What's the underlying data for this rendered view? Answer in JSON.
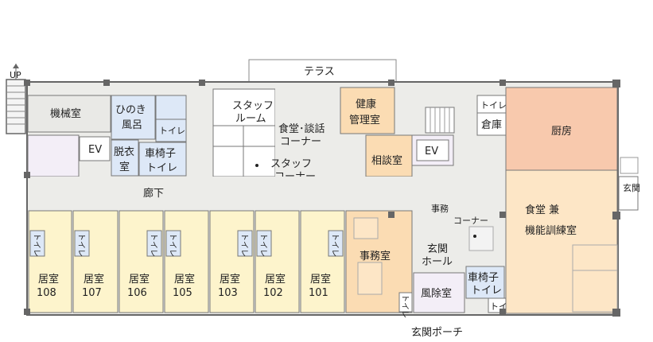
{
  "labels": {
    "up": "UP",
    "terrace": "テラス",
    "machine_room": "機械室",
    "hinoki_bath_1": "ひのき",
    "hinoki_bath_2": "風呂",
    "toilet": "トイレ",
    "dressing_1": "脱衣",
    "dressing_2": "室",
    "wheelchair_1": "車椅子",
    "wheelchair_2": "トイレ",
    "ev": "EV",
    "staff_room_1": "スタッフ",
    "staff_room_2": "ルーム",
    "dining_talk_1": "食堂･談話",
    "dining_talk_2": "コーナー",
    "staff_corner_1": "スタッフ",
    "staff_corner_2": "コーナー",
    "health_1": "健康",
    "health_2": "管理室",
    "consult": "相談室",
    "storage": "倉庫",
    "kitchen": "厨房",
    "entrance_side": "玄関",
    "corridor": "廊下",
    "office_corner_1": "事務",
    "office_corner_2": "コーナー",
    "dining_rehab_1": "食堂 兼",
    "dining_rehab_2": "機能訓練室",
    "entrance_hall_1": "玄関",
    "entrance_hall_2": "ホール",
    "office": "事務室",
    "windbreak": "風除室",
    "entrance_porch": "玄関ポーチ",
    "room_word": "居室",
    "room_nums": [
      "108",
      "107",
      "106",
      "105",
      "103",
      "102",
      "101"
    ]
  },
  "colors": {
    "residential_room": "#fdf4cc",
    "bath_area": "#dde8f7",
    "staff_area": "#fbdcb3",
    "kitchen": "#f8c9ad",
    "dining": "#fde6c6",
    "ev_area": "#f3eef7",
    "windbreak": "#f3eef7",
    "machine": "#e9e9e6",
    "common": "#ecece9"
  }
}
